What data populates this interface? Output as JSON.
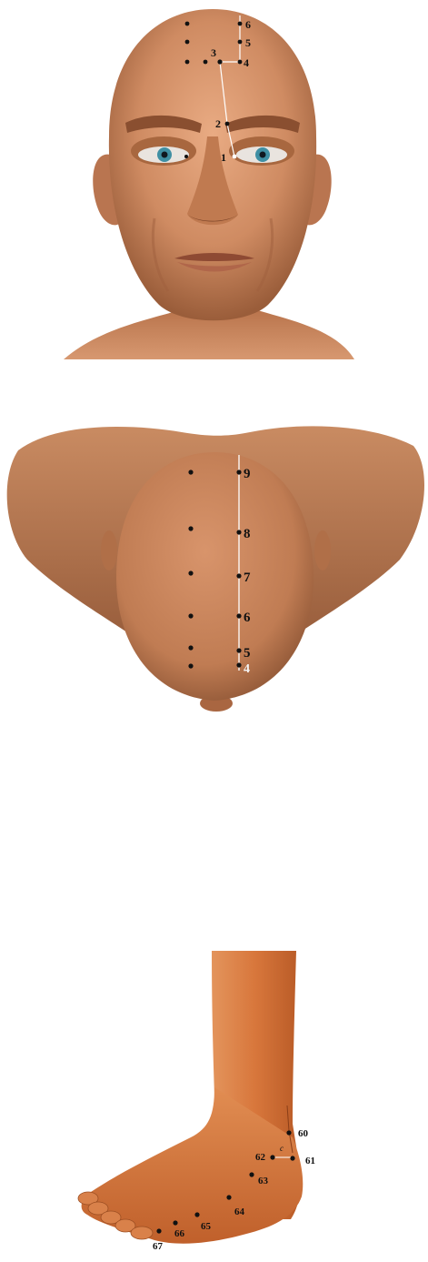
{
  "panels": [
    {
      "name": "face-front-view",
      "points": [
        {
          "label": "1"
        },
        {
          "label": "2"
        },
        {
          "label": "3"
        },
        {
          "label": "4"
        },
        {
          "label": "5"
        },
        {
          "label": "6"
        }
      ]
    },
    {
      "name": "head-top-view",
      "points": [
        {
          "label": "4"
        },
        {
          "label": "5"
        },
        {
          "label": "6"
        },
        {
          "label": "7"
        },
        {
          "label": "8"
        },
        {
          "label": "9"
        }
      ]
    },
    {
      "name": "foot-side-view",
      "points": [
        {
          "label": "60"
        },
        {
          "label": "61"
        },
        {
          "label": "62"
        },
        {
          "label": "63"
        },
        {
          "label": "64"
        },
        {
          "label": "65"
        },
        {
          "label": "66"
        },
        {
          "label": "67"
        }
      ],
      "marker": "c"
    }
  ],
  "colors": {
    "skin_light": "#e8a880",
    "skin_mid": "#c9875f",
    "skin_dark": "#8a5434",
    "foot_skin": "#d8753a",
    "point": "#111111",
    "guide_line": "#ffffff"
  }
}
